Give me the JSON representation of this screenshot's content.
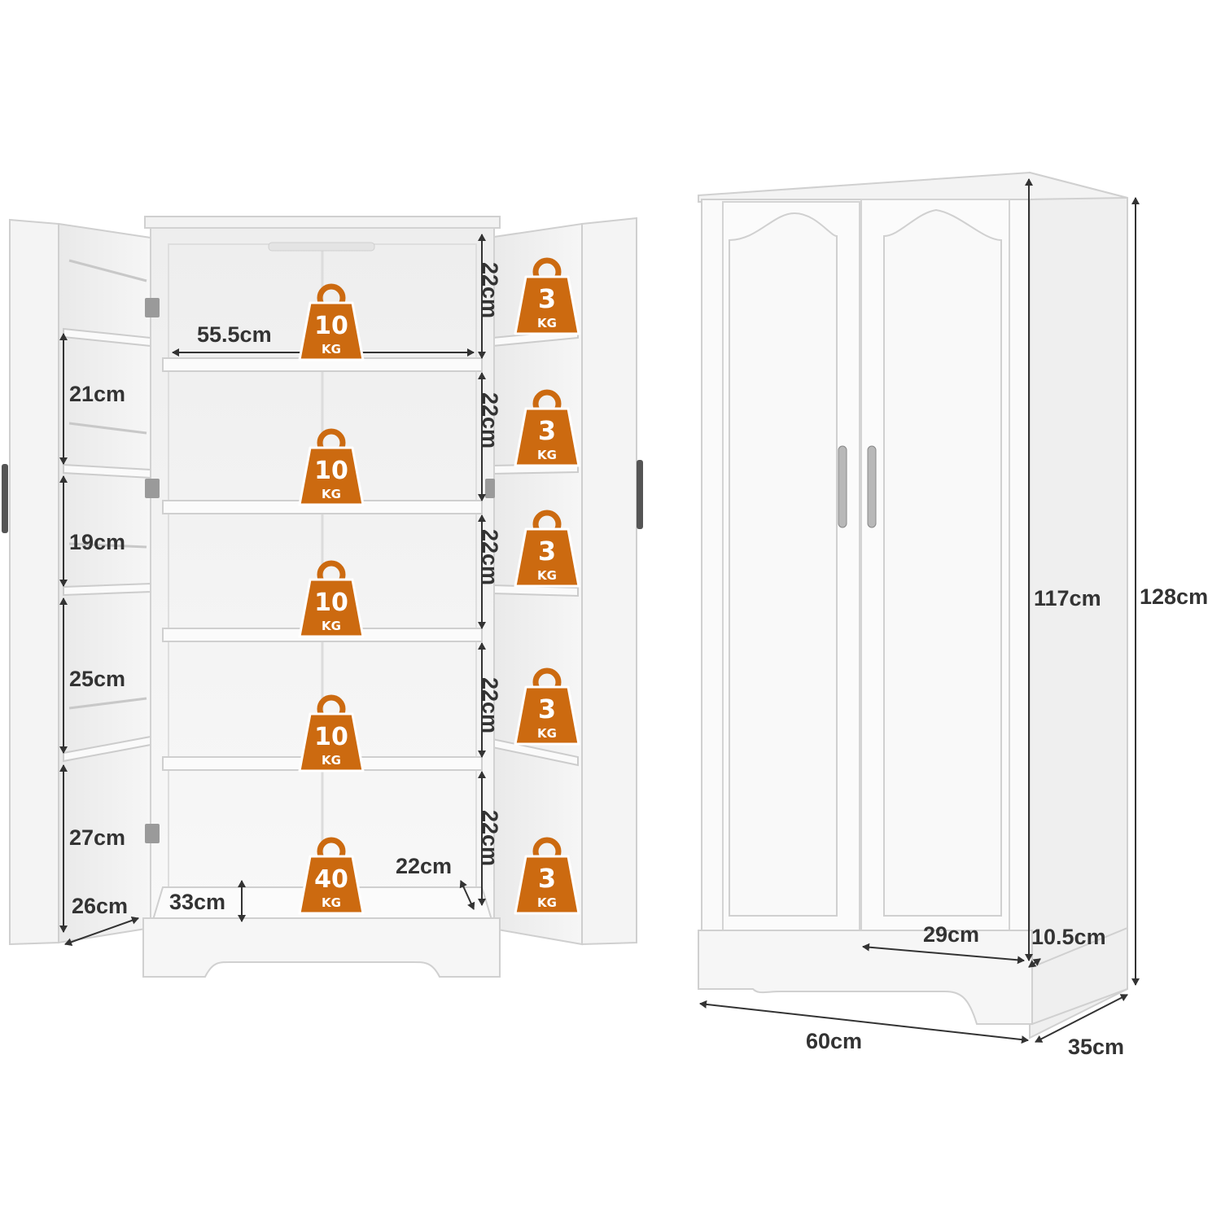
{
  "open_cabinet": {
    "width_label": "55.5cm",
    "shelf_heights": [
      "22cm",
      "22cm",
      "22cm",
      "22cm",
      "22cm"
    ],
    "bottom_clearance": "33cm",
    "bottom_depth": "22cm",
    "door_shelf_gaps": [
      "21cm",
      "19cm",
      "25cm",
      "27cm"
    ],
    "door_depth": "26cm",
    "shelf_loads": [
      {
        "value": "10",
        "unit": "KG"
      },
      {
        "value": "10",
        "unit": "KG"
      },
      {
        "value": "10",
        "unit": "KG"
      },
      {
        "value": "10",
        "unit": "KG"
      },
      {
        "value": "40",
        "unit": "KG"
      }
    ],
    "door_loads": [
      {
        "value": "3",
        "unit": "KG"
      },
      {
        "value": "3",
        "unit": "KG"
      },
      {
        "value": "3",
        "unit": "KG"
      },
      {
        "value": "3",
        "unit": "KG"
      },
      {
        "value": "3",
        "unit": "KG"
      }
    ]
  },
  "closed_cabinet": {
    "door_height": "117cm",
    "total_height": "128cm",
    "door_width": "29cm",
    "base_height": "10.5cm",
    "total_width": "60cm",
    "total_depth": "35cm"
  },
  "colors": {
    "badge": "#cc6a10",
    "cabinet": "#f7f7f7",
    "outline": "#d0d0d0",
    "dimension": "#333333"
  }
}
